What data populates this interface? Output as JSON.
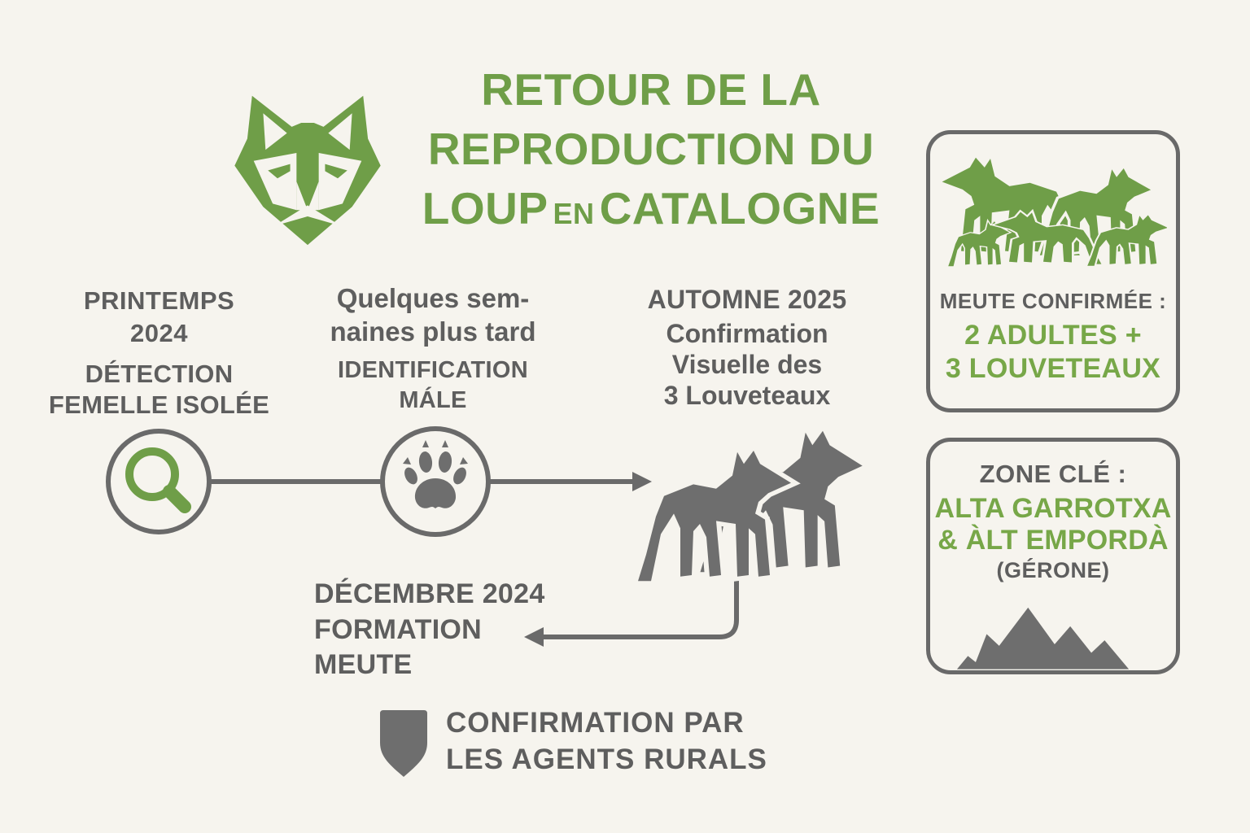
{
  "colors": {
    "background": "#f6f4ee",
    "green": "#6f9e48",
    "green_bright": "#77a748",
    "text_gray": "#5e5e5e",
    "icon_gray": "#6e6e6e",
    "line_gray": "#6a6a6a"
  },
  "title": {
    "lines": [
      "RETOUR DE LA",
      "REPRODUCTION DU"
    ],
    "line3": {
      "word1": "LOUP",
      "small": "EN",
      "word2": "CATALOGNE"
    }
  },
  "timeline": {
    "step1": {
      "date_lines": [
        "PRINTEMPS",
        "2024"
      ],
      "label_lines": [
        "DÉTECTION",
        "FEMELLE ISOLÉE"
      ],
      "icon": "magnifier-icon"
    },
    "step2": {
      "date_lines": [
        "Quelques sem-",
        "naines plus tard"
      ],
      "label_lines": [
        "IDENTIFICATION",
        "MÁLE"
      ],
      "icon": "paw-print-icon"
    },
    "step3": {
      "date_lines": [
        "AUTOMNE 2025"
      ],
      "label_lines": [
        "Confirmation",
        "Visuelle des",
        "3 Louveteaux"
      ],
      "icon": "two-wolves-icon"
    },
    "step4": {
      "date_lines": [
        "DÉCEMBRE 2024"
      ],
      "label_lines": [
        "FORMATION",
        "MEUTE"
      ]
    }
  },
  "panels": {
    "pack": {
      "icon": "wolf-family-icon",
      "heading": "MEUTE CONFIRMÉE :",
      "highlight_lines": [
        "2 ADULTES +",
        "3 LOUVETEAUX"
      ]
    },
    "zone": {
      "heading": "ZONE CLÉ :",
      "highlight_lines": [
        "ALTA GARROTXA",
        "& ÀLT EMPORDÀ"
      ],
      "subheading": "(GÉRONE)",
      "icon": "mountains-icon"
    }
  },
  "footer": {
    "icon": "shield-icon",
    "lines": [
      "CONFIRMATION PAR",
      "LES AGENTS RURALS"
    ]
  },
  "icons": [
    "wolf-head-icon",
    "magnifier-icon",
    "paw-print-icon",
    "two-wolves-icon",
    "wolf-family-icon",
    "mountains-icon",
    "shield-icon"
  ]
}
